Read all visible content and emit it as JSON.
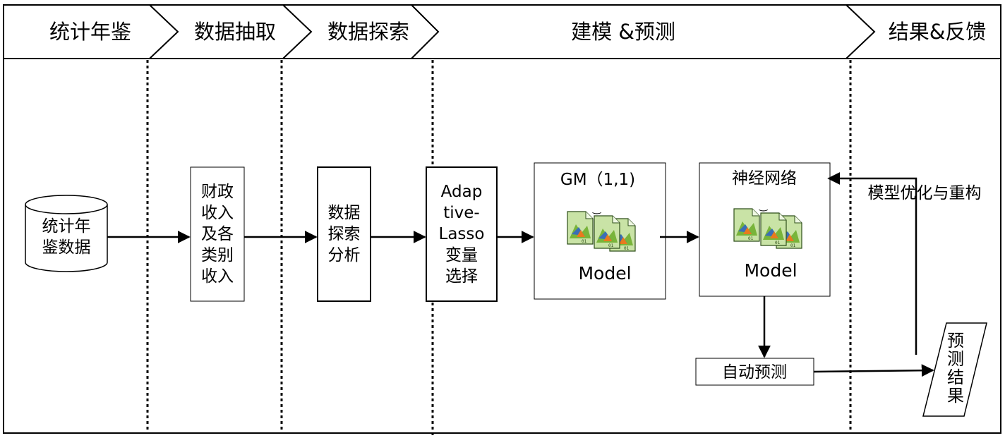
{
  "phases": [
    {
      "id": "yearbook",
      "label": "统计年鉴"
    },
    {
      "id": "extract",
      "label": "数据抽取"
    },
    {
      "id": "explore",
      "label": "数据探索"
    },
    {
      "id": "model",
      "label": "建模 &预测"
    },
    {
      "id": "feedback",
      "label": "结果&反馈"
    }
  ],
  "nodes": {
    "source": {
      "label": "统计年\n鉴数据"
    },
    "extract": {
      "label": "财政\n收入\n及各\n类别\n收入"
    },
    "explore": {
      "label": "数据\n探索\n分析"
    },
    "select": {
      "label": "Adap\ntive-\nLasso\n变量\n选择"
    },
    "gm": {
      "title": "GM（1,1)",
      "model_label": "Model"
    },
    "nn": {
      "title": "神经网络",
      "model_label": "Model"
    },
    "auto": {
      "label": "自动预测"
    },
    "result": {
      "label": "预测结果"
    }
  },
  "edge_labels": {
    "optimize": "模型优化与重构"
  },
  "colors": {
    "icon_green": "#78b43a",
    "icon_blue": "#3b6fb6",
    "icon_orange": "#e87a1e"
  }
}
